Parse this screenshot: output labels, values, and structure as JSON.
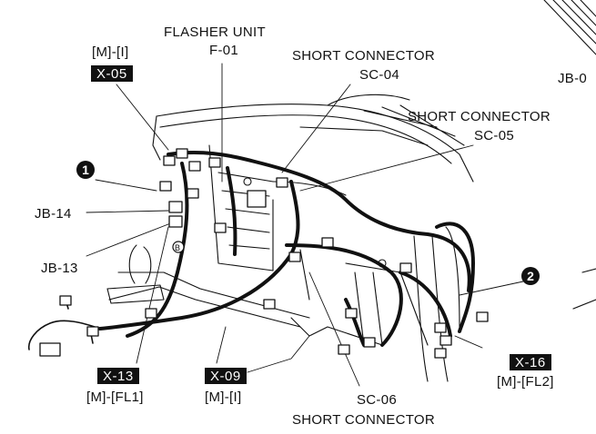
{
  "labels": {
    "flasher_unit": "FLASHER UNIT",
    "f01": "F-01",
    "m_i_top": "[M]-[I]",
    "x05": "X-05",
    "sc04_title": "SHORT CONNECTOR",
    "sc04": "SC-04",
    "jb0": "JB-0",
    "sc05_title": "SHORT CONNECTOR",
    "sc05": "SC-05",
    "jb14": "JB-14",
    "jb13": "JB-13",
    "x16": "X-16",
    "m_fl2": "[M]-[FL2]",
    "x13": "X-13",
    "m_fl1": "[M]-[FL1]",
    "x09": "X-09",
    "m_i_bottom": "[M]-[I]",
    "sc06": "SC-06",
    "sc06_title": "SHORT CONNECTOR",
    "point_b": "B"
  },
  "callouts": {
    "one": "1",
    "two": "2"
  },
  "colors": {
    "line": "#111111",
    "harness": "#111111",
    "tag_bg": "#111111",
    "tag_fg": "#ffffff"
  }
}
